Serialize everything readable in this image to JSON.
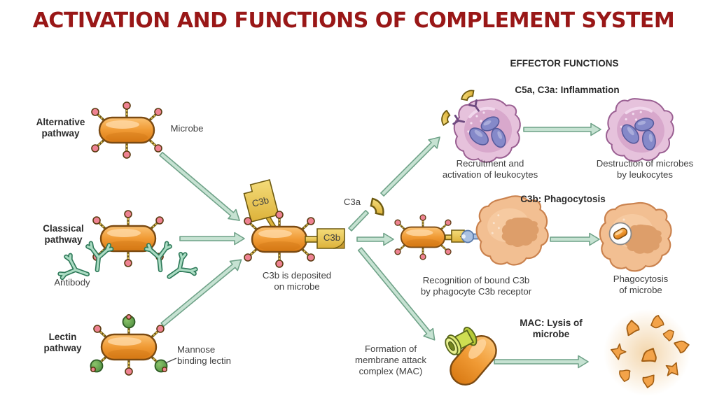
{
  "title": "ACTIVATION AND FUNCTIONS OF COMPLEMENT SYSTEM",
  "labels": {
    "alternative_pathway": "Alternative\npathway",
    "microbe": "Microbe",
    "classical_pathway": "Classical\npathway",
    "antibody": "Antibody",
    "lectin_pathway": "Lectin\npathway",
    "mannose_binding_lectin": "Mannose\nbinding lectin",
    "c3b_flag": "C3b",
    "c3b_tag": "C3b",
    "c3a": "C3a",
    "c3b_deposited": "C3b is deposited\non microbe",
    "effector_functions": "EFFECTOR FUNCTIONS",
    "inflammation_header": "C5a, C3a: Inflammation",
    "recruitment": "Recruitment and\nactivation of leukocytes",
    "destruction": "Destruction of microbes\nby leukocytes",
    "phagocytosis_header": "C3b: Phagocytosis",
    "recognition": "Recognition of bound C3b\nby phagocyte C3b receptor",
    "phagocytosis_of_microbe": "Phagocytosis\nof microbe",
    "mac_header": "MAC: Lysis of\nmicrobe",
    "mac_formation": "Formation of\nmembrane attack\ncomplex (MAC)"
  },
  "colors": {
    "title_red": "#991717",
    "text_dark": "#3f3f3f",
    "header_dark": "#2b2b2b",
    "arrow_fill": "#c6e2d2",
    "arrow_stroke": "#6fa288",
    "microbe_outline": "#7b4a12",
    "leukocyte_pink": "#e6c2dc",
    "nucleus_purple": "#8589c9",
    "phagocyte_tan": "#f2bf92"
  }
}
